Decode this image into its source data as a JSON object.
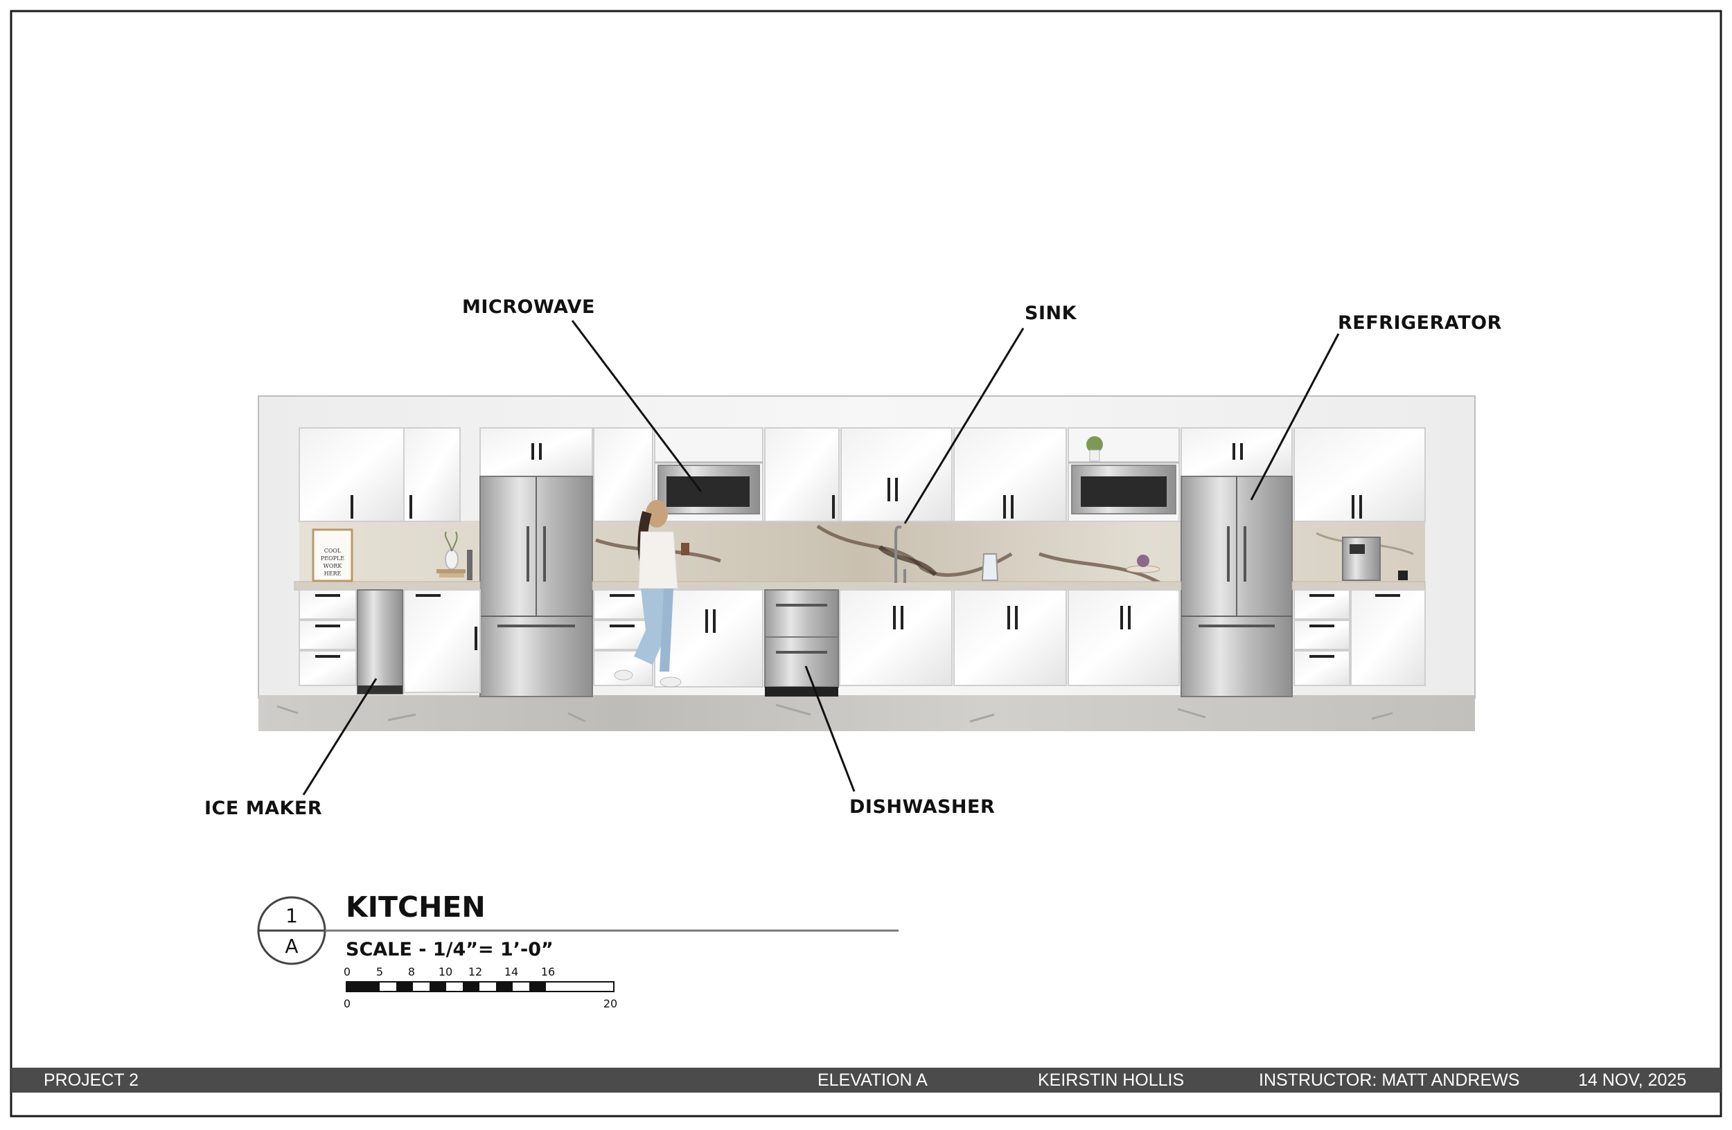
{
  "callouts": {
    "microwave": "MICROWAVE",
    "sink": "SINK",
    "refrigerator": "REFRIGERATOR",
    "ice_maker": "ICE MAKER",
    "dishwasher": "DISHWASHER"
  },
  "art_print": [
    "COOL",
    "PEOPLE",
    "WORK",
    "HERE"
  ],
  "title_block": {
    "detail_number": "1",
    "sheet_ref": "A",
    "title": "KITCHEN",
    "scale": "SCALE - 1/4”= 1’-0”"
  },
  "scale_bar": {
    "top_ticks": [
      "0",
      "5",
      "8",
      "10",
      "12",
      "14",
      "16"
    ],
    "bottom_ticks": [
      "0",
      "20"
    ]
  },
  "footer": {
    "project": "PROJECT 2",
    "elevation": "ELEVATION A",
    "designer": "KEIRSTIN HOLLIS",
    "instructor": "INSTRUCTOR: MATT ANDREWS",
    "date": "14 NOV, 2025"
  },
  "colors": {
    "border": "#1a1a1a",
    "titlebar": "#4b4b4b",
    "cabinet": "#f4f4f4",
    "steel": "#c4c4c4",
    "floor": "#c9c7c3",
    "counter": "#dcd6cc"
  }
}
